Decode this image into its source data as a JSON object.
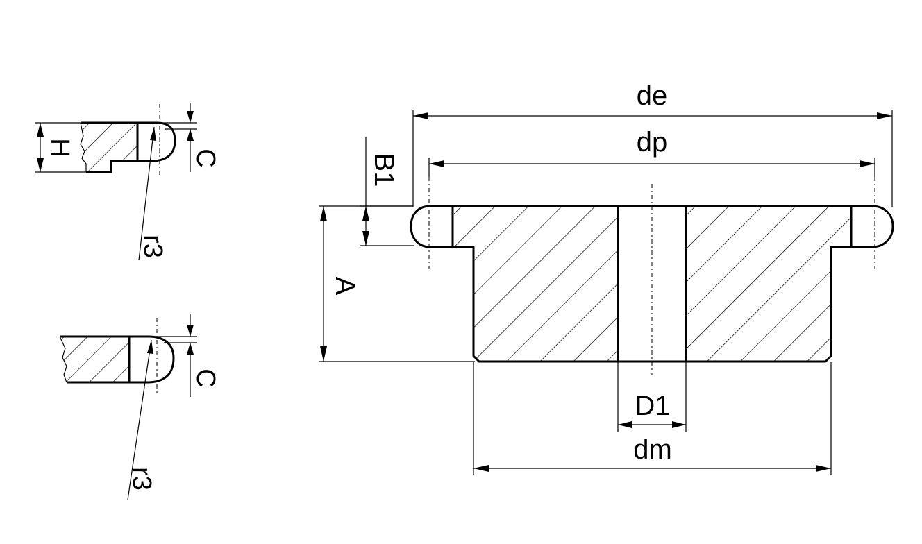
{
  "labels": {
    "de": "de",
    "dp": "dp",
    "B1": "B1",
    "A": "A",
    "D1": "D1",
    "dm": "dm",
    "H": "H",
    "C_top": "C",
    "C_bottom": "C",
    "r3_top": "r3",
    "r3_bottom": "r3"
  }
}
